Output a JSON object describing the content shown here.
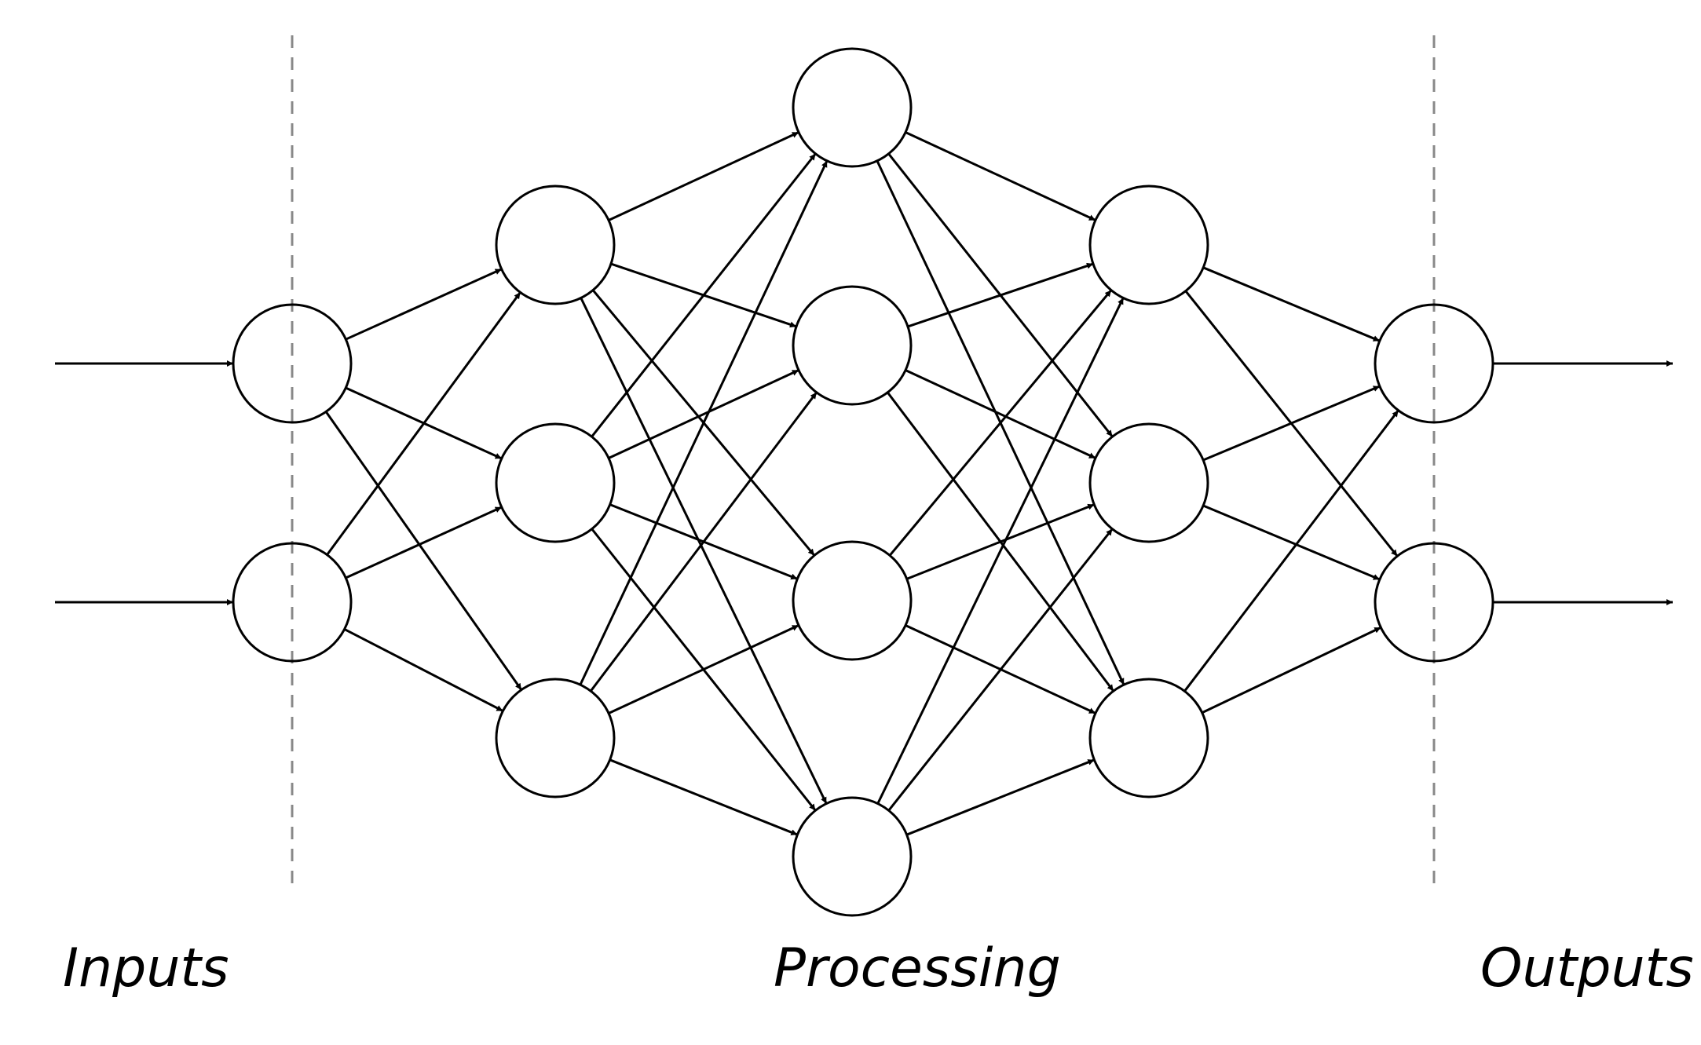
{
  "labels": {
    "inputs": "Inputs",
    "processing": "Processing",
    "outputs": "Outputs"
  },
  "network": {
    "layers": [
      2,
      3,
      4,
      3,
      2
    ],
    "external_inputs": 2,
    "external_outputs": 2,
    "connectivity": "fully-connected",
    "node_fill": "#ffffff",
    "stroke_color": "#000000",
    "divider_color": "#888888"
  }
}
